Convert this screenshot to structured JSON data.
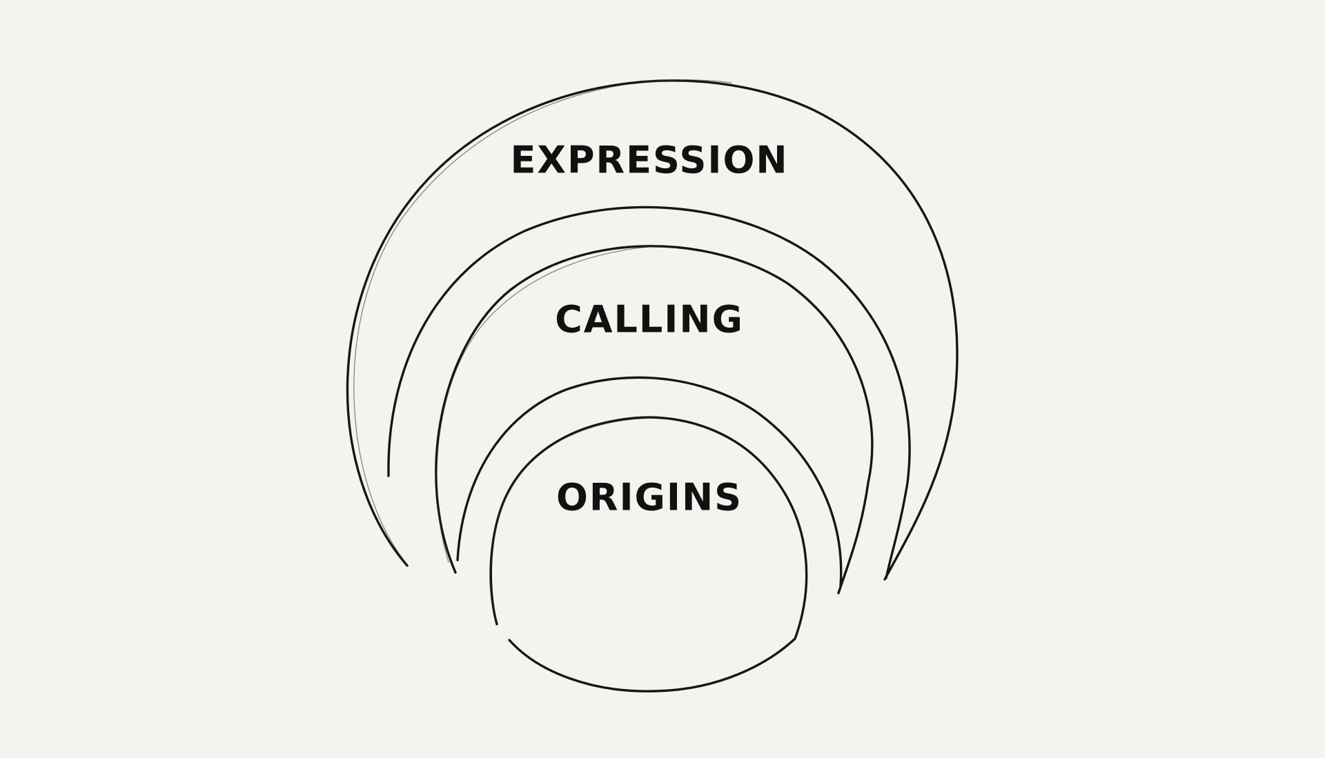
{
  "diagram": {
    "layers": [
      {
        "label": "EXPRESSION"
      },
      {
        "label": "CALLING"
      },
      {
        "label": "ORIGINS"
      }
    ]
  },
  "colors": {
    "background": "#f5f3ed",
    "stroke": "#161616",
    "text": "#111111"
  }
}
